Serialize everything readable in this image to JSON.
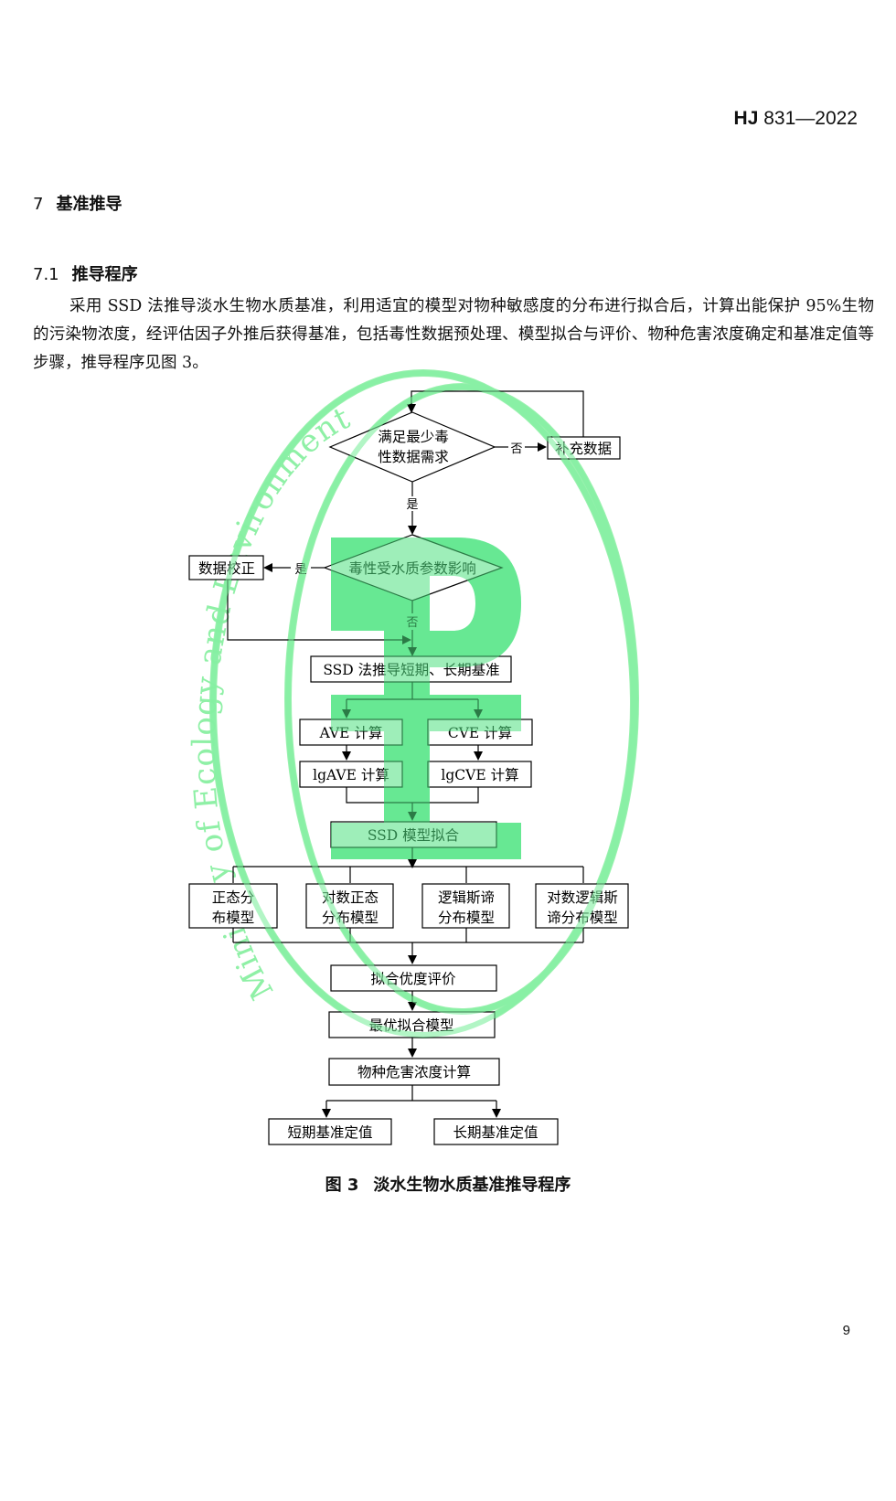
{
  "header": {
    "standard_prefix": "HJ",
    "standard_number": "831—2022"
  },
  "section": {
    "number": "7",
    "title": "基准推导"
  },
  "subsection": {
    "number": "7.1",
    "title": "推导程序"
  },
  "paragraph": "采用 SSD 法推导淡水生物水质基准，利用适宜的模型对物种敏感度的分布进行拟合后，计算出能保护 95%生物的污染物浓度，经评估因子外推后获得基准，包括毒性数据预处理、模型拟合与评价、物种危害浓度确定和基准定值等步骤，推导程序见图 3。",
  "flowchart": {
    "decision1": [
      "满足最少毒",
      "性数据需求"
    ],
    "supplement_data": "补充数据",
    "no1": "否",
    "yes1": "是",
    "decision2": "毒性受水质参数影响",
    "data_correction": "数据校正",
    "yes2": "是",
    "no2": "否",
    "ssd_derive": "SSD 法推导短期、长期基准",
    "ave_calc": "AVE 计算",
    "cve_calc": "CVE 计算",
    "lgave_calc": "lgAVE 计算",
    "lgcve_calc": "lgCVE 计算",
    "ssd_fit": "SSD 模型拟合",
    "models": [
      [
        "正态分",
        "布模型"
      ],
      [
        "对数正态",
        "分布模型"
      ],
      [
        "逻辑斯谛",
        "分布模型"
      ],
      [
        "对数逻辑斯",
        "谛分布模型"
      ]
    ],
    "goodness_eval": "拟合优度评价",
    "best_model": "最优拟合模型",
    "hazard_calc": "物种危害浓度计算",
    "short_term": "短期基准定值",
    "long_term": "长期基准定值"
  },
  "watermark": {
    "text": "Ministry of Ecology and Environment",
    "color": "#6ee58e"
  },
  "caption": {
    "label": "图 3",
    "title": "淡水生物水质基准推导程序"
  },
  "page_number": "9"
}
